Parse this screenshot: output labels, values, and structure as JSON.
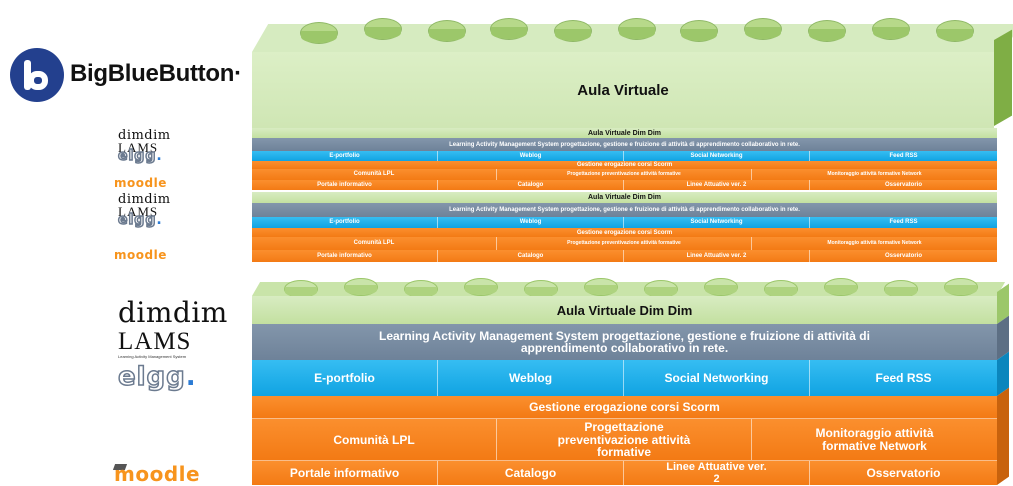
{
  "header": {
    "logo_icon": "bigbluebutton-icon",
    "brand_name": "BigBlueButton",
    "brand_mark": "·",
    "brick_label": "Aula Virtuale"
  },
  "side_logos": {
    "dimdim": "dimdim",
    "lams": "LAMS",
    "lams_sub": "Learning Activity Management System",
    "elgg": "elgg",
    "elgg_dot": ".",
    "moodle": "moodle"
  },
  "stack": {
    "aula_dim_dim": "Aula Virtuale Dim Dim",
    "lams_description": "Learning Activity Management System  progettazione, gestione e fruizione di attività di apprendimento collaborativo in rete.",
    "elgg_cells": [
      "E-portfolio",
      "Weblog",
      "Social Networking",
      "Feed RSS"
    ],
    "scorm": "Gestione erogazione corsi  Scorm",
    "middle_cells": [
      "Comunità LPL",
      "Progettazione preventivazione attività formative",
      "Monitoraggio attività formative Network"
    ],
    "moodle_cells": [
      "Portale informativo",
      "Catalogo",
      "Linee Attuative ver. 2",
      "Osservatorio"
    ]
  },
  "colors": {
    "green": "#cfe6b4",
    "slate": "#7a8da2",
    "blue": "#1aabe8",
    "orange": "#f5821f",
    "bbb_blue": "#23408e"
  }
}
